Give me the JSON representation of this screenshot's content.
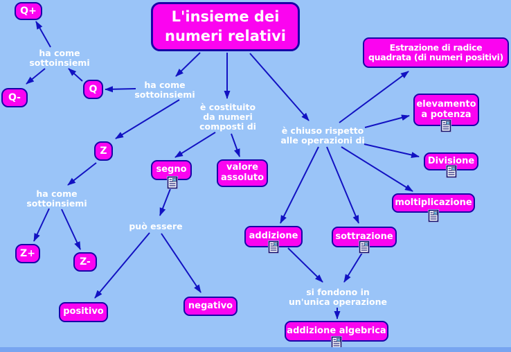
{
  "map_title": "L'insieme dei numeri relativi",
  "colors": {
    "background": "#9ac4f8",
    "background_bottom_strip": "#78a5f0",
    "node_fill": "#fb04f0",
    "node_border": "#1903a8",
    "arrow": "#1212c2",
    "text": "#ffffff"
  },
  "icons": {
    "resource": "document-note-icon"
  },
  "nodes": {
    "title": "L'insieme dei\nnumeri relativi",
    "q_plus": "Q+",
    "q_minus": "Q-",
    "q": "Q",
    "z": "Z",
    "z_plus": "Z+",
    "z_minus": "Z-",
    "estrazione": "Estrazione di radice\nquadrata (di numeri positivi)",
    "elevamento": "elevamento\na potenza",
    "divisione": "Divisione",
    "moltiplicazione": "moltiplicazione",
    "segno": "segno",
    "valore_assoluto": "valore\nassoluto",
    "addizione": "addizione",
    "sottrazione": "sottrazione",
    "positivo": "positivo",
    "negativo": "negativo",
    "addizione_algebrica": "addizione algebrica"
  },
  "linking_phrases": {
    "ha_come_sottoinsiemi_1": "ha come\nsottoinsiemi",
    "ha_come_sottoinsiemi_2": "ha come\nsottoinsiemi",
    "ha_come_sottoinsiemi_3": "ha come\nsottoinsiemi",
    "e_costituito": "è costituito\nda numeri\ncomposti di",
    "e_chiuso": "è chiuso rispetto\nalle operazioni di",
    "puo_essere": "può essere",
    "si_fondono": "si fondono in\nun'unica operazione"
  }
}
